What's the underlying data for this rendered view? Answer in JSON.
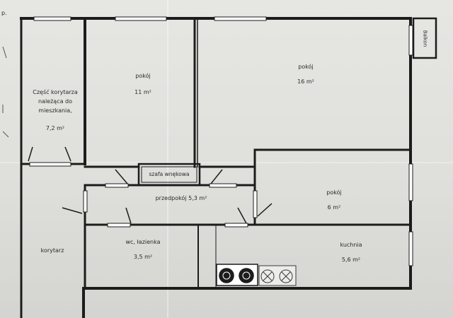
{
  "margin_text": "p.",
  "rooms": {
    "corridor_part": {
      "lines": [
        "Część korytarza",
        "należąca do",
        "mieszkania,"
      ],
      "area": "7,2 m²"
    },
    "room_small": {
      "name": "pokój",
      "area": "11 m²"
    },
    "room_large": {
      "name": "pokój",
      "area": "16 m²"
    },
    "balcony": {
      "name": "Balkon"
    },
    "wardrobe": {
      "name": "szafa wnękowa"
    },
    "hallway": {
      "name": "przedpokój 5,3 m²"
    },
    "room_mid": {
      "name": "pokój",
      "area": "6 m²"
    },
    "corridor": {
      "name": "korytarz"
    },
    "bathroom": {
      "name": "wc, łazienka",
      "area": "3,5 m²"
    },
    "kitchen": {
      "name": "kuchnia",
      "area": "5,6 m²"
    }
  },
  "colors": {
    "wall": "#1c1c1c",
    "window": "#ffffff",
    "paper": "#e3e3e0",
    "ink": "#2a2a2a"
  }
}
